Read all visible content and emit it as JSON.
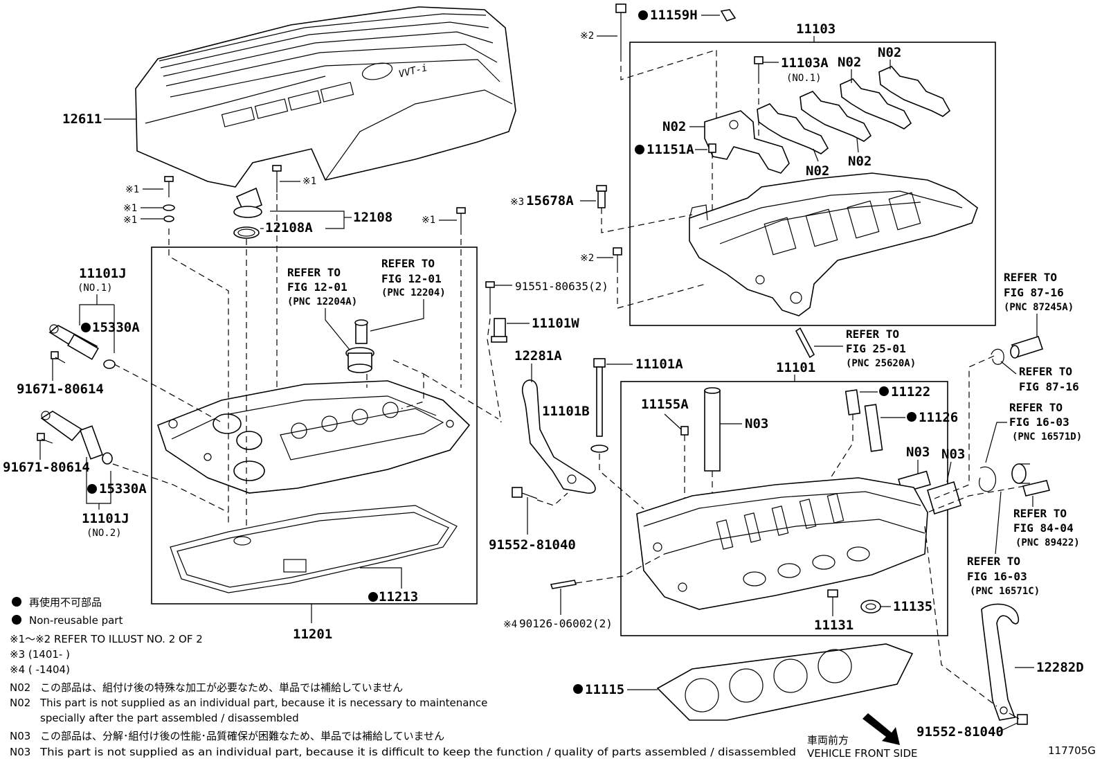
{
  "labels": {
    "p12611": "12611",
    "p12108": "12108",
    "p12108A": "12108A",
    "p11101J_1": "11101J",
    "no1": "(NO.1)",
    "p15330A_1": "15330A",
    "p91671_1": "91671-80614",
    "p91671_2": "91671-80614",
    "p15330A_2": "15330A",
    "p11101J_2": "11101J",
    "no2": "(NO.2)",
    "p91551": "91551-80635(2)",
    "p11101W": "11101W",
    "p12281A": "12281A",
    "p11101B": "11101B",
    "p11101A": "11101A",
    "p91552_1": "91552-81040",
    "p11213": "11213",
    "p11201": "11201",
    "p11159H": "11159H",
    "p11103": "11103",
    "p11103A": "11103A",
    "no1b": "(NO.1)",
    "n02a": "N02",
    "n02b": "N02",
    "n02c": "N02",
    "n02d": "N02",
    "n02e": "N02",
    "p11151A": "11151A",
    "p15678A": "15678A",
    "p11101": "11101",
    "p11155A": "11155A",
    "n03a": "N03",
    "n03b": "N03",
    "n03c": "N03",
    "p11122": "11122",
    "p11126": "11126",
    "p11135": "11135",
    "p11131": "11131",
    "p90126": "90126-06002(2)",
    "p11115": "11115",
    "p12282D": "12282D",
    "p91552_2": "91552-81040",
    "illust_no": "117705G",
    "front_jp": "車両前方",
    "front_en": "VEHICLE FRONT SIDE",
    "vvt_logo": "VVT-i"
  },
  "marks": {
    "m1a": "※1",
    "m1b": "※1",
    "m1c": "※1",
    "m1d": "※1",
    "m1e": "※1",
    "m2a": "※2",
    "m2b": "※2",
    "m3": "※3",
    "m4": "※4"
  },
  "refs": {
    "r1": [
      "REFER TO",
      "FIG 12-01",
      "(PNC 12204A)"
    ],
    "r2": [
      "REFER TO",
      "FIG 12-01",
      "(PNC 12204)"
    ],
    "r3": [
      "REFER TO",
      "FIG 25-01",
      "(PNC 25620A)"
    ],
    "r4": [
      "REFER TO",
      "FIG 87-16",
      "(PNC 87245A)"
    ],
    "r5": [
      "REFER TO",
      "FIG 87-16"
    ],
    "r6": [
      "REFER TO",
      "FIG 16-03",
      "(PNC 16571D)"
    ],
    "r7": [
      "REFER TO",
      "FIG 84-04",
      "(PNC 89422)"
    ],
    "r8": [
      "REFER TO",
      "FIG 16-03",
      "(PNC 16571C)"
    ]
  },
  "legend": {
    "jp_nonreusable": "再使用不可部品",
    "en_nonreusable": "Non-reusable part",
    "note1": "※1～※2  REFER TO ILLUST NO. 2 OF 2",
    "note3": "※3 (1401-      )",
    "note4": "※4 (       -1404)",
    "n02_tag": "N02",
    "n02_jp": "この部品は、組付け後の特殊な加工が必要なため、単品では補給していません",
    "n02_en1": "This part is not supplied as an individual part, because it is necessary to maintenance",
    "n02_en2": "specially after the part assembled / disassembled",
    "n03_tag": "N03",
    "n03_jp": "この部品は、分解･組付け後の性能･品質確保が困難なため、単品では補給していません",
    "n03_en": "This part is not supplied as an individual part, because it is difficult to keep the function / quality of parts  assembled / disassembled"
  }
}
